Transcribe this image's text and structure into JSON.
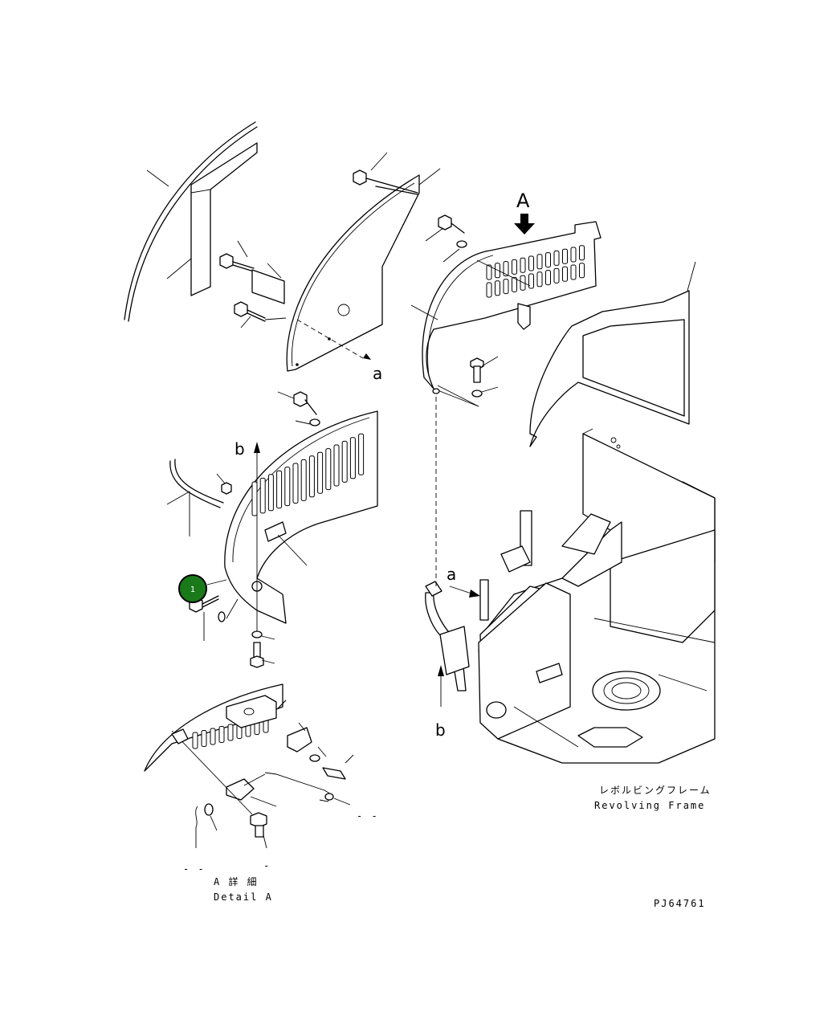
{
  "labels": {
    "view_arrow": "A",
    "ref_a_top": "a",
    "ref_a_frame": "a",
    "ref_b_top": "b",
    "ref_b_bottom": "b",
    "dash_right": "- -",
    "dash_left": "- -",
    "dash_small": "-"
  },
  "callout": {
    "number": "1",
    "color": "#1a7a1a"
  },
  "captions": {
    "frame_jp": "レボルビングフレーム",
    "frame_en": "Revolving Frame",
    "detail_jp": "A 詳 細",
    "detail_en": "Detail A",
    "drawing_number": "PJ64761"
  }
}
